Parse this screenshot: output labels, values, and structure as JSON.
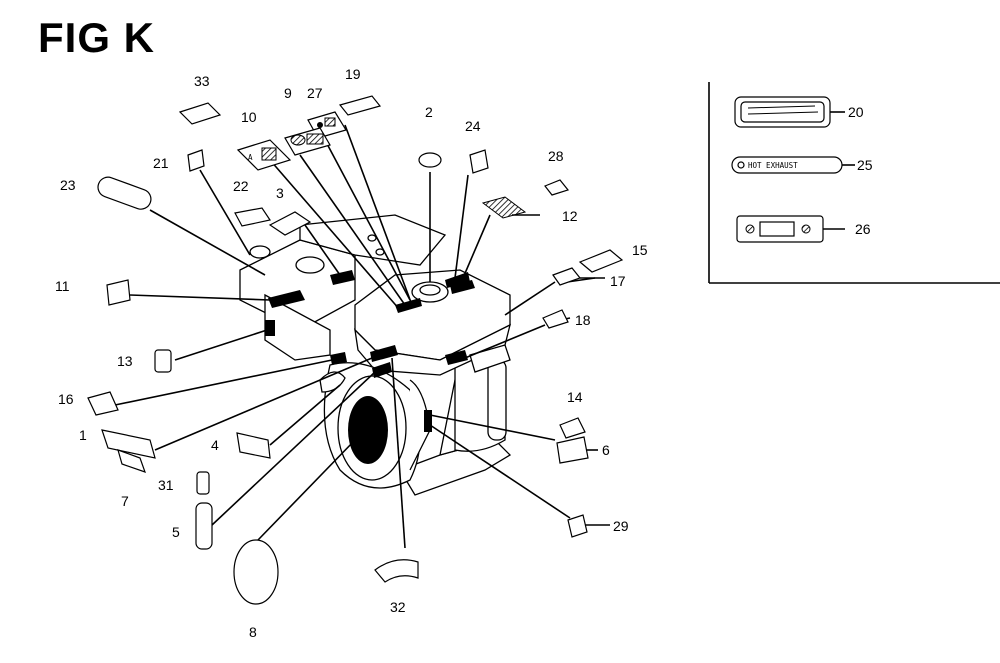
{
  "figure": {
    "title": "FIG K"
  },
  "callouts": [
    "1",
    "2",
    "3",
    "4",
    "5",
    "6",
    "7",
    "8",
    "9",
    "10",
    "11",
    "12",
    "13",
    "14",
    "15",
    "16",
    "17",
    "18",
    "19",
    "20",
    "21",
    "22",
    "23",
    "24",
    "25",
    "26",
    "27",
    "28",
    "29",
    "31",
    "32",
    "33"
  ],
  "inset": {
    "part_20_text": "",
    "part_25_text": "HOT EXHAUST"
  },
  "label_10_letters": "A"
}
